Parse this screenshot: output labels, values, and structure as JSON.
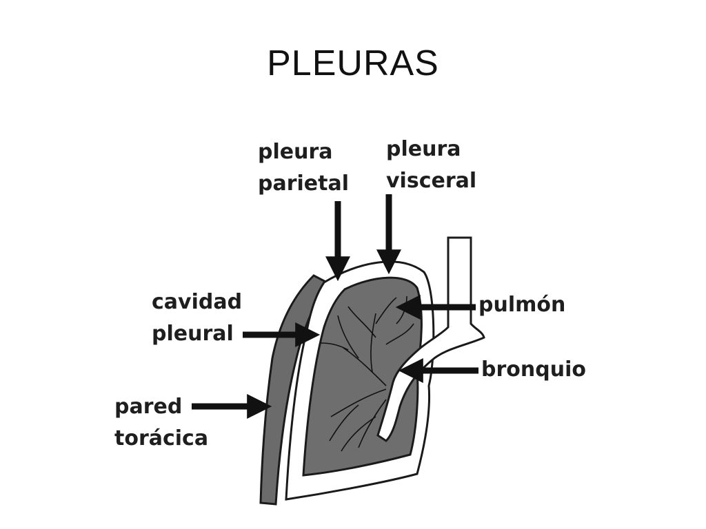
{
  "title": "PLEURAS",
  "labels": {
    "pleura_parietal": [
      "pleura",
      "parietal"
    ],
    "pleura_visceral": [
      "pleura",
      "visceral"
    ],
    "cavidad_pleural": [
      "cavidad",
      "pleural"
    ],
    "pared_toracica": [
      "pared",
      "torácica"
    ],
    "pulmon": "pulmón",
    "bronquio": "bronquio"
  },
  "colors": {
    "lung_fill": "#6e6e6e",
    "wall_fill": "#6b6b6b",
    "outline": "#1a1a1a",
    "arrow": "#111111",
    "text": "#1e1e1e"
  }
}
